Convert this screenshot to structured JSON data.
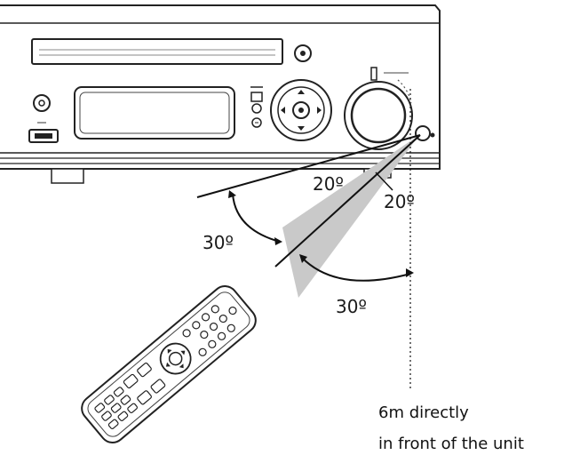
{
  "diagram": {
    "angles": {
      "upper_left": "20º",
      "upper_right": "20º",
      "left": "30º",
      "bottom": "30º"
    },
    "note": {
      "line1": "6m directly",
      "line2": "in front of the unit"
    },
    "colors": {
      "line": "#111111",
      "cone_fill": "#c9c9c9",
      "device_outline": "#222222"
    },
    "icons": {
      "device": "stereo-unit-icon",
      "remote": "remote-control-icon",
      "sensor": "ir-sensor-icon"
    }
  }
}
